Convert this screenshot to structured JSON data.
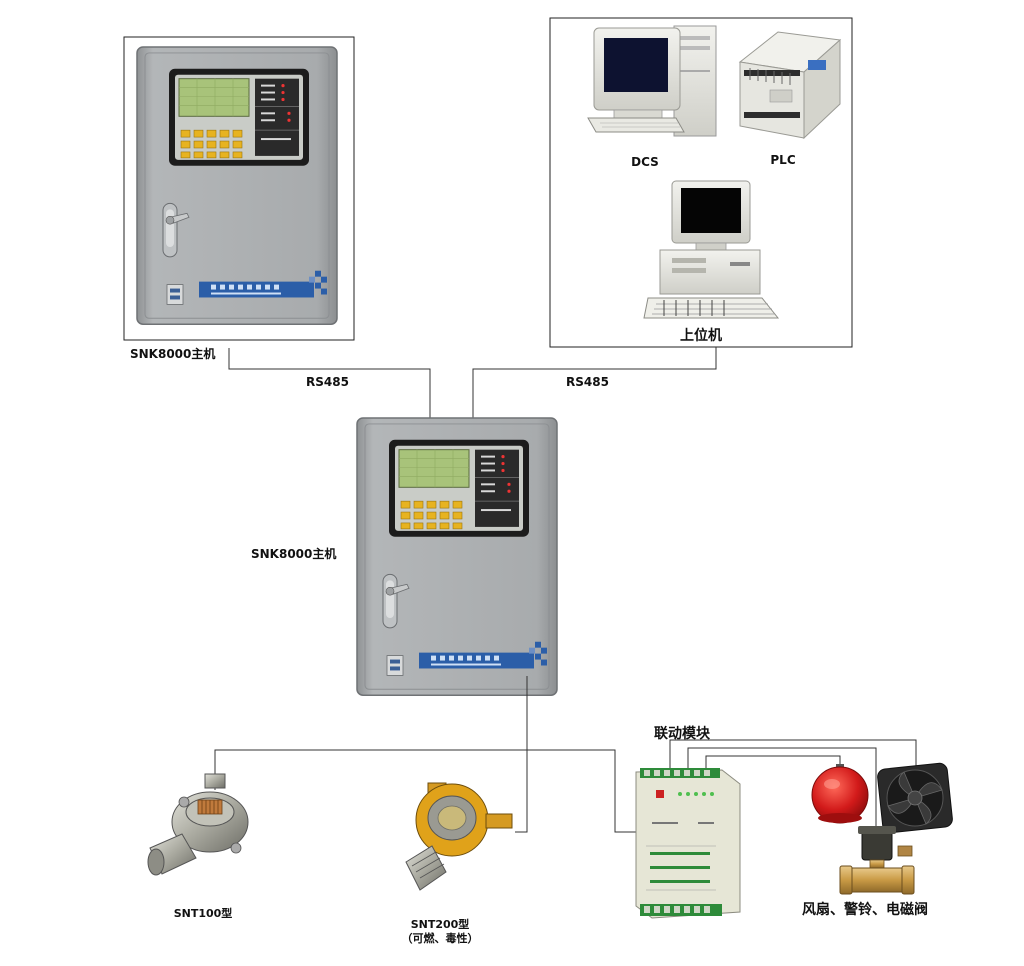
{
  "labels": {
    "snk_top": "SNK8000主机",
    "snk_mid": "SNK8000主机",
    "rs485_left": "RS485",
    "rs485_right": "RS485",
    "dcs": "DCS",
    "plc": "PLC",
    "upper_pc": "上位机",
    "linkage": "联动模块",
    "snt100": "SNT100型",
    "snt200": "SNT200型",
    "snt200_sub": "（可燃、毒性）",
    "outputs": "风扇、警铃、电磁阀"
  },
  "colors": {
    "cabinet": "#a9acae",
    "cabinet_edge": "#7c7f82",
    "lcd": "#a8c37a",
    "keypad_key": "#e7b320",
    "brand_strip": "#2b5ea8",
    "bell": "#d21a1a",
    "sensor_yellow": "#e0a21a",
    "module": "#e6e6d6",
    "terminal_green": "#2e8b3a"
  }
}
